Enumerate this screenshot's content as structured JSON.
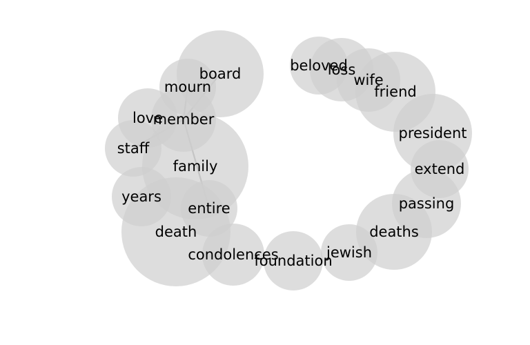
{
  "graph": {
    "nodes": [
      {
        "id": "board",
        "label": "board",
        "weight": 6.3
      },
      {
        "id": "mourn",
        "label": "mourn",
        "weight": 4.1
      },
      {
        "id": "love",
        "label": "love",
        "weight": 4.3
      },
      {
        "id": "member",
        "label": "member",
        "weight": 4.7
      },
      {
        "id": "staff",
        "label": "staff",
        "weight": 4.1
      },
      {
        "id": "family",
        "label": "family",
        "weight": 7.7
      },
      {
        "id": "years",
        "label": "years",
        "weight": 4.3
      },
      {
        "id": "entire",
        "label": "entire",
        "weight": 4.1
      },
      {
        "id": "death",
        "label": "death",
        "weight": 7.9
      },
      {
        "id": "condolences",
        "label": "condolences",
        "weight": 4.5
      },
      {
        "id": "foundation",
        "label": "foundation",
        "weight": 4.3
      },
      {
        "id": "jewish",
        "label": "jewish",
        "weight": 4.1
      },
      {
        "id": "deaths",
        "label": "deaths",
        "weight": 5.5
      },
      {
        "id": "passing",
        "label": "passing",
        "weight": 5.0
      },
      {
        "id": "extend",
        "label": "extend",
        "weight": 4.2
      },
      {
        "id": "president",
        "label": "president",
        "weight": 5.7
      },
      {
        "id": "friend",
        "label": "friend",
        "weight": 5.8
      },
      {
        "id": "wife",
        "label": "wife",
        "weight": 4.6
      },
      {
        "id": "loss",
        "label": "loss",
        "weight": 4.6
      },
      {
        "id": "beloved",
        "label": "beloved",
        "weight": 4.2
      }
    ],
    "edges": [
      {
        "source": "board",
        "target": "member"
      },
      {
        "source": "mourn",
        "target": "member"
      },
      {
        "source": "member",
        "target": "staff"
      },
      {
        "source": "member",
        "target": "entire"
      }
    ]
  }
}
